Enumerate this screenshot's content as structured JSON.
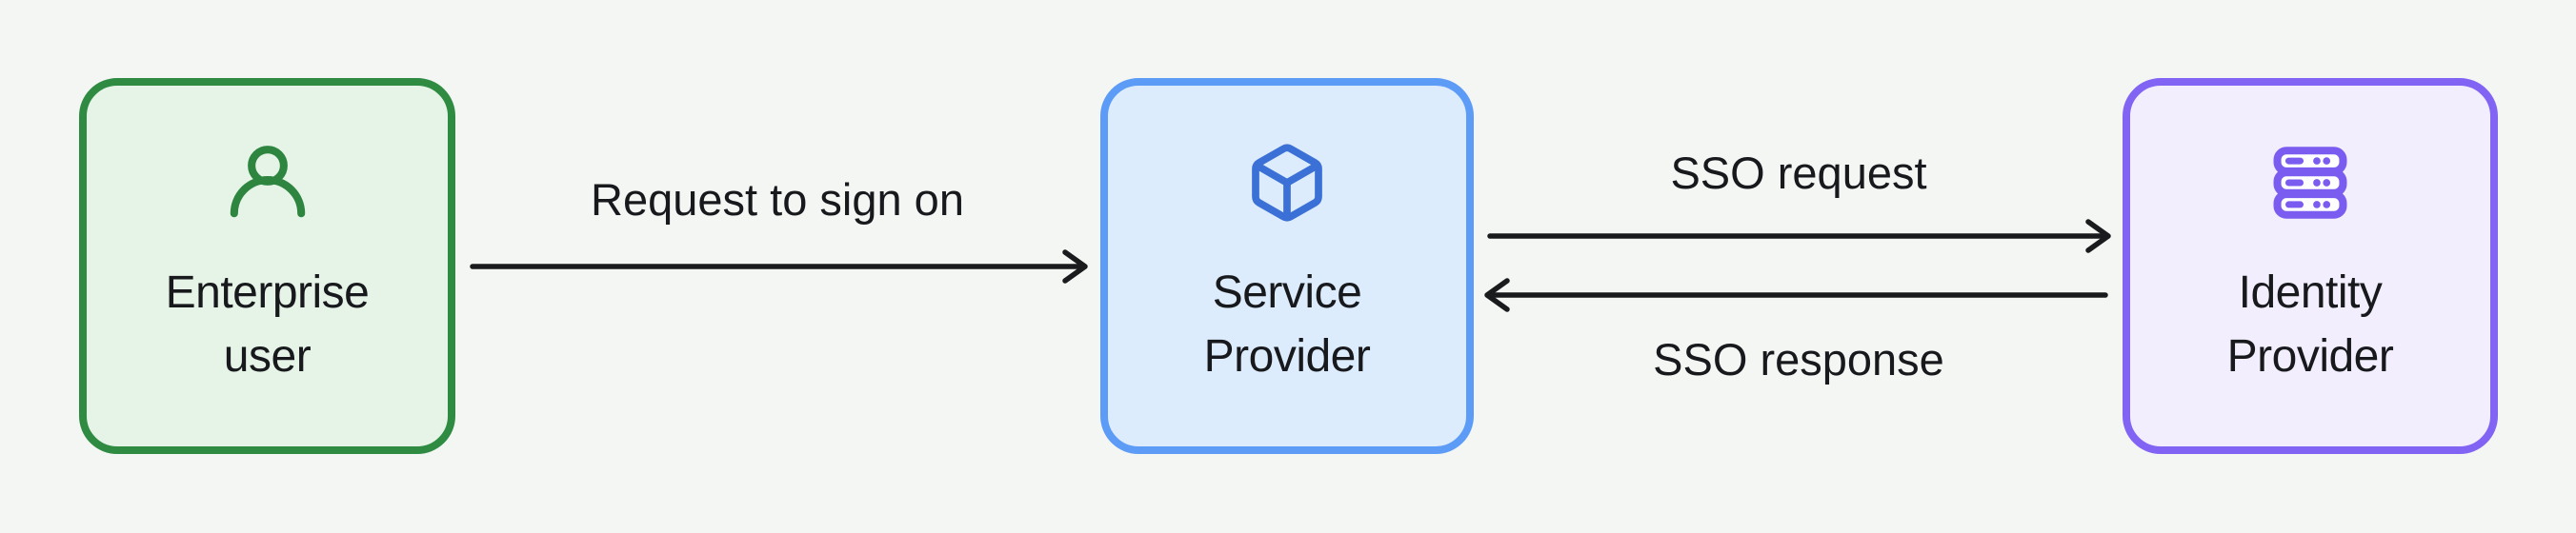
{
  "diagram": {
    "type": "flow-diagram",
    "topic": "Single sign-on (SSO) flow",
    "nodes": [
      {
        "id": "enterprise-user",
        "label": "Enterprise\nuser",
        "icon": "user-icon",
        "fill": "#e6f4e7",
        "border": "#2e8b41",
        "icon_color": "#2e8540"
      },
      {
        "id": "service-provider",
        "label": "Service\nProvider",
        "icon": "cube-icon",
        "fill": "#dcecfc",
        "border": "#5d9cf6",
        "icon_color": "#3b70d6"
      },
      {
        "id": "identity-provider",
        "label": "Identity\nProvider",
        "icon": "server-icon",
        "fill": "#f3eefd",
        "border": "#8264f4",
        "icon_color": "#7a5cf0"
      }
    ],
    "edges": [
      {
        "label": "Request to sign on",
        "from": "enterprise-user",
        "to": "service-provider",
        "direction": "right"
      },
      {
        "label": "SSO request",
        "from": "service-provider",
        "to": "identity-provider",
        "direction": "right"
      },
      {
        "label": "SSO response",
        "from": "identity-provider",
        "to": "service-provider",
        "direction": "left"
      }
    ]
  },
  "theme": {
    "background": "#f4f6f4",
    "text": "#17191c",
    "arrow": "#191b1d"
  }
}
